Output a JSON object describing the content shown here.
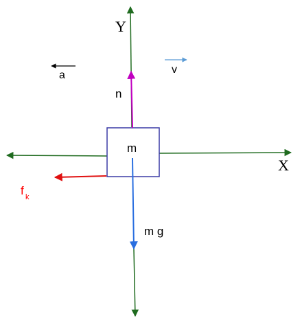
{
  "diagram": {
    "axis_y_label": "Y",
    "axis_x_label": "X",
    "mass_label": "m",
    "normal_force_label": "n",
    "weight_label": "m g",
    "friction_label": "f",
    "friction_subscript": "k",
    "acceleration_label": "a",
    "velocity_label": "v"
  },
  "colors": {
    "axis": "#1f6b1f",
    "box": "#3a3aa6",
    "normal_force": "#c000c0",
    "weight": "#2a6fe0",
    "friction": "#e01010",
    "acceleration": "#000000",
    "velocity": "#5a9bd5"
  }
}
